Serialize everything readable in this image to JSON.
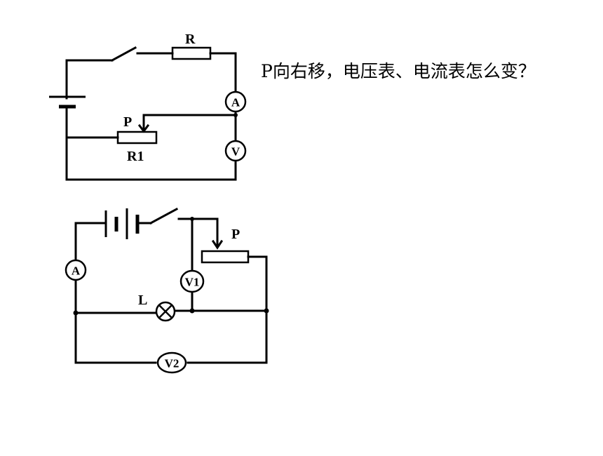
{
  "question": "P向右移，电压表、电流表怎么变？",
  "circuit1": {
    "resistor_label": "R",
    "rheostat_label": "R1",
    "slider_label": "P",
    "ammeter_label": "A",
    "voltmeter_label": "V"
  },
  "circuit2": {
    "slider_label": "P",
    "lamp_label": "L",
    "ammeter_label": "A",
    "voltmeter1_label": "V1",
    "voltmeter2_label": "V2"
  }
}
